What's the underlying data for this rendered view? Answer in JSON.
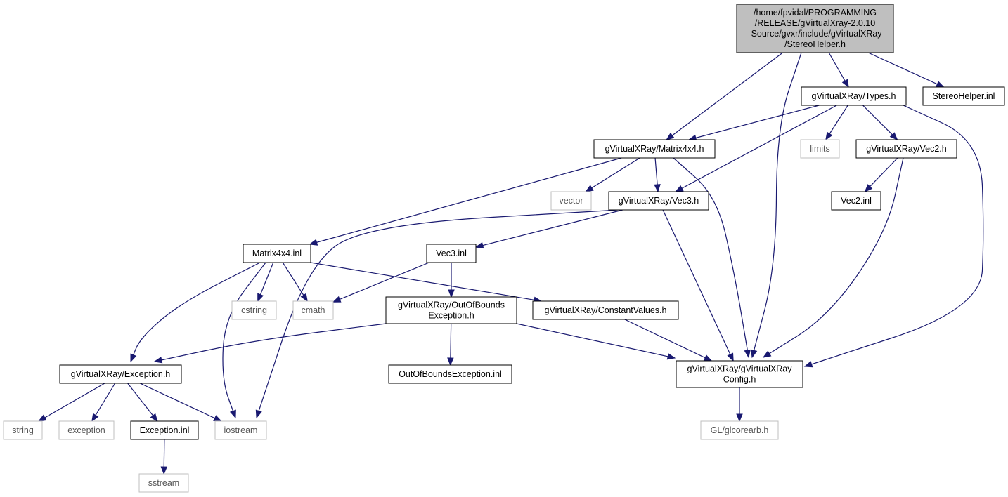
{
  "nodes": [
    {
      "id": "root",
      "kind": "root",
      "lines": [
        "/home/fpvidal/PROGRAMMING",
        "/RELEASE/gVirtualXray-2.0.10",
        "-Source/gvxr/include/gVirtualXRay",
        "/StereoHelper.h"
      ]
    },
    {
      "id": "types",
      "kind": "internal",
      "lines": [
        "gVirtualXRay/Types.h"
      ]
    },
    {
      "id": "stereoinl",
      "kind": "internal",
      "lines": [
        "StereoHelper.inl"
      ]
    },
    {
      "id": "matrix4x4h",
      "kind": "internal",
      "lines": [
        "gVirtualXRay/Matrix4x4.h"
      ]
    },
    {
      "id": "limits",
      "kind": "external",
      "lines": [
        "limits"
      ]
    },
    {
      "id": "vec2h",
      "kind": "internal",
      "lines": [
        "gVirtualXRay/Vec2.h"
      ]
    },
    {
      "id": "vector",
      "kind": "external",
      "lines": [
        "vector"
      ]
    },
    {
      "id": "vec3h",
      "kind": "internal",
      "lines": [
        "gVirtualXRay/Vec3.h"
      ]
    },
    {
      "id": "vec2inl",
      "kind": "internal",
      "lines": [
        "Vec2.inl"
      ]
    },
    {
      "id": "matrixinl",
      "kind": "internal",
      "lines": [
        "Matrix4x4.inl"
      ]
    },
    {
      "id": "vec3inl",
      "kind": "internal",
      "lines": [
        "Vec3.inl"
      ]
    },
    {
      "id": "cstring",
      "kind": "external",
      "lines": [
        "cstring"
      ]
    },
    {
      "id": "cmath",
      "kind": "external",
      "lines": [
        "cmath"
      ]
    },
    {
      "id": "oob",
      "kind": "internal",
      "lines": [
        "gVirtualXRay/OutOfBounds",
        "Exception.h"
      ]
    },
    {
      "id": "constvals",
      "kind": "internal",
      "lines": [
        "gVirtualXRay/ConstantValues.h"
      ]
    },
    {
      "id": "exceptionh",
      "kind": "internal",
      "lines": [
        "gVirtualXRay/Exception.h"
      ]
    },
    {
      "id": "oobinl",
      "kind": "internal",
      "lines": [
        "OutOfBoundsException.inl"
      ]
    },
    {
      "id": "config",
      "kind": "internal",
      "lines": [
        "gVirtualXRay/gVirtualXRay",
        "Config.h"
      ]
    },
    {
      "id": "string",
      "kind": "external",
      "lines": [
        "string"
      ]
    },
    {
      "id": "exception",
      "kind": "external",
      "lines": [
        "exception"
      ]
    },
    {
      "id": "exceptioninl",
      "kind": "internal",
      "lines": [
        "Exception.inl"
      ]
    },
    {
      "id": "iostream",
      "kind": "external",
      "lines": [
        "iostream"
      ]
    },
    {
      "id": "glcorearb",
      "kind": "external",
      "lines": [
        "GL/glcorearb.h"
      ]
    },
    {
      "id": "sstream",
      "kind": "external",
      "lines": [
        "sstream"
      ]
    }
  ],
  "edges": [
    [
      "root",
      "matrix4x4h"
    ],
    [
      "root",
      "config"
    ],
    [
      "root",
      "types"
    ],
    [
      "root",
      "stereoinl"
    ],
    [
      "types",
      "matrix4x4h"
    ],
    [
      "types",
      "vec3h"
    ],
    [
      "types",
      "limits"
    ],
    [
      "types",
      "vec2h"
    ],
    [
      "types",
      "config"
    ],
    [
      "matrix4x4h",
      "matrixinl"
    ],
    [
      "matrix4x4h",
      "vector"
    ],
    [
      "matrix4x4h",
      "vec3h"
    ],
    [
      "matrix4x4h",
      "config"
    ],
    [
      "vec2h",
      "vec2inl"
    ],
    [
      "vec2h",
      "config"
    ],
    [
      "vec3h",
      "iostream"
    ],
    [
      "vec3h",
      "vec3inl"
    ],
    [
      "vec3h",
      "config"
    ],
    [
      "matrixinl",
      "exceptionh"
    ],
    [
      "matrixinl",
      "iostream"
    ],
    [
      "matrixinl",
      "cstring"
    ],
    [
      "matrixinl",
      "cmath"
    ],
    [
      "matrixinl",
      "constvals"
    ],
    [
      "vec3inl",
      "cmath"
    ],
    [
      "vec3inl",
      "oob"
    ],
    [
      "oob",
      "exceptionh"
    ],
    [
      "oob",
      "oobinl"
    ],
    [
      "oob",
      "config"
    ],
    [
      "constvals",
      "config"
    ],
    [
      "exceptionh",
      "string"
    ],
    [
      "exceptionh",
      "exception"
    ],
    [
      "exceptionh",
      "exceptioninl"
    ],
    [
      "exceptionh",
      "iostream"
    ],
    [
      "exceptioninl",
      "sstream"
    ],
    [
      "config",
      "glcorearb"
    ]
  ],
  "colors": {
    "edge": "#191970",
    "root_fill": "#bfbfbf",
    "internal_border": "#000000",
    "external_border": "#bfbfbf",
    "external_text": "#555555"
  }
}
